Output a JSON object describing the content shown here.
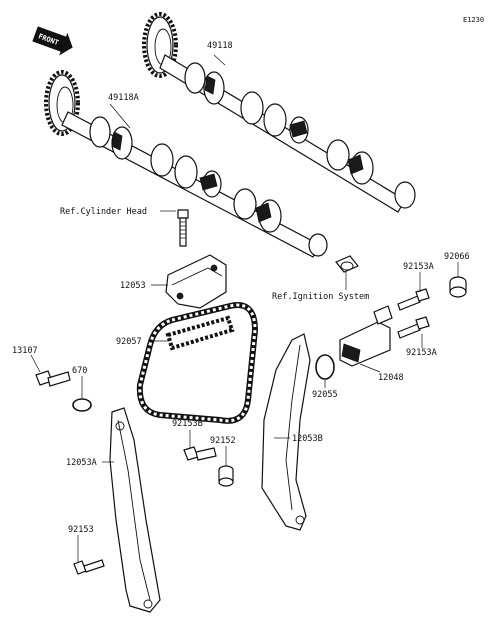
{
  "diagram_code": "E1230",
  "front_badge": "FRONT",
  "labels": {
    "p49118": "49118",
    "p49118A": "49118A",
    "ref_cylinder_head": "Ref.Cylinder Head",
    "p12053": "12053",
    "p92057": "92057",
    "p13107": "13107",
    "p670": "670",
    "p12053A": "12053A",
    "p92153_bottom": "92153",
    "p92153B": "92153B",
    "p92152": "92152",
    "p12053B": "12053B",
    "ref_ignition_system": "Ref.Ignition System",
    "p92153A_top": "92153A",
    "p92066": "92066",
    "p92153A_right": "92153A",
    "p12048": "12048",
    "p92055": "92055"
  }
}
